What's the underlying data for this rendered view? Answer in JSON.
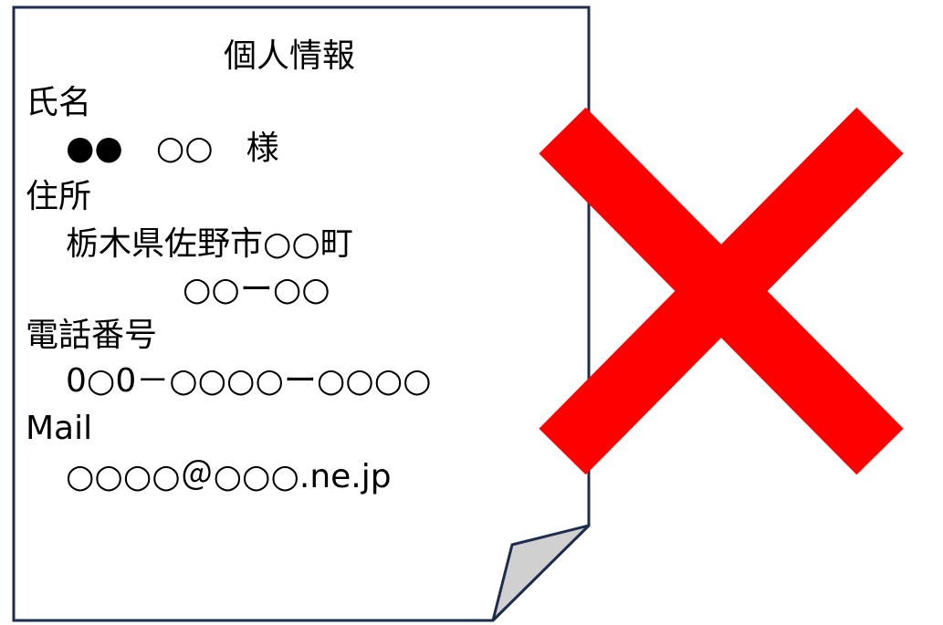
{
  "document": {
    "title": "個人情報",
    "name_label": "氏名",
    "name_value": "●●　○○　様",
    "address_label": "住所",
    "address_line1": "栃木県佐野市○○町",
    "address_line2": "○○ー○○",
    "phone_label": "電話番号",
    "phone_value": "0○0－○○○○ー○○○○",
    "mail_label": "Mail",
    "mail_value": "○○○○＠○○○.ne.jp"
  },
  "colors": {
    "page_border": "#1f2d4d",
    "fold_fill": "#d0d0d0",
    "cross": "#ff0000"
  },
  "icons": [
    "folded-paper-icon",
    "cross-mark-icon"
  ]
}
